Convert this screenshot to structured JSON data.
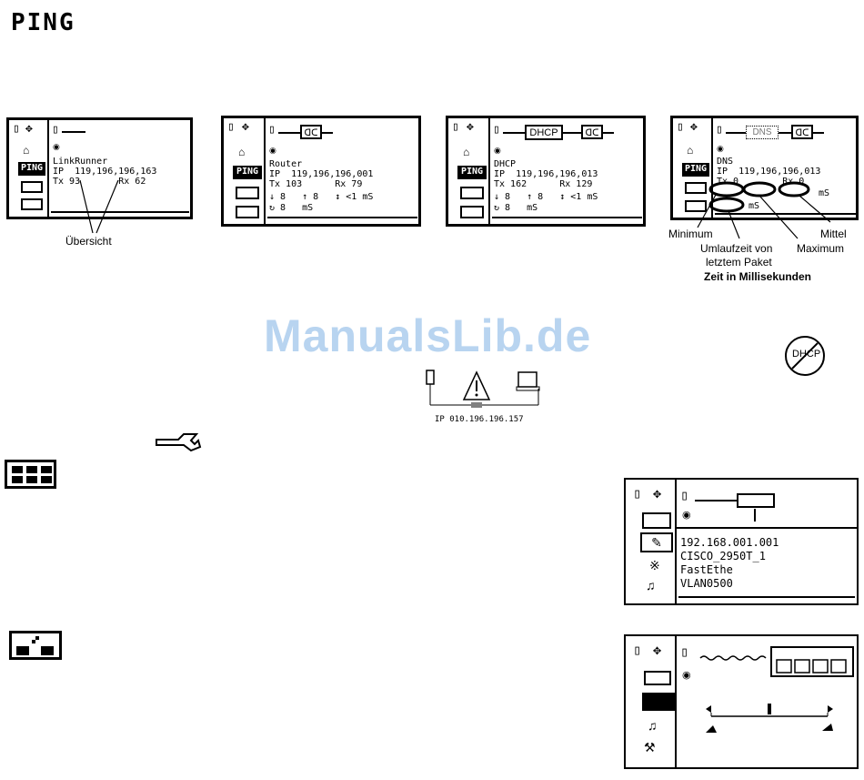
{
  "header": {
    "title": "PING"
  },
  "watermark": "ManualsLib.de",
  "screen1": {
    "line1": "LinkRunner",
    "line2": "IP  119,196,196,163",
    "line3": "Tx 93       Rx 62",
    "tab": "PING",
    "caption": "Übersicht"
  },
  "screen2": {
    "line1": "Router",
    "line2": "IP  119,196,196,001",
    "line3": "Tx 103      Rx 79",
    "line4": "↓ 8   ↑ 8   ↕ <1 mS",
    "line5": "↻ 8   mS",
    "tab": "PING"
  },
  "screen3": {
    "box": "DHCP",
    "line1": "DHCP",
    "line2": "IP  119,196,196,013",
    "line3": "Tx 162      Rx 129",
    "line4": "↓ 8   ↑ 8   ↕ <1 mS",
    "line5": "↻ 8   mS",
    "tab": "PING"
  },
  "screen4": {
    "box": "DNS",
    "line1": "DNS",
    "line2": "IP  119,196,196,013",
    "line3": "Tx 0        Rx 0",
    "ms1": "mS",
    "ms2": "mS",
    "tab": "PING",
    "labels": {
      "minimum": "Minimum",
      "roundtrip1": "Umlaufzeit von",
      "roundtrip2": "letztem Paket",
      "time": "Zeit in Millisekunden",
      "maximum": "Maximum",
      "mean": "Mittel"
    }
  },
  "dhcp_icon": "DHCP",
  "warning": {
    "ip": "IP 010.196.196.157"
  },
  "screen5": {
    "line1": "192.168.001.001",
    "line2": "CISCO_2950T_1",
    "line3": "FastEthe",
    "line4": "VLAN0500"
  }
}
